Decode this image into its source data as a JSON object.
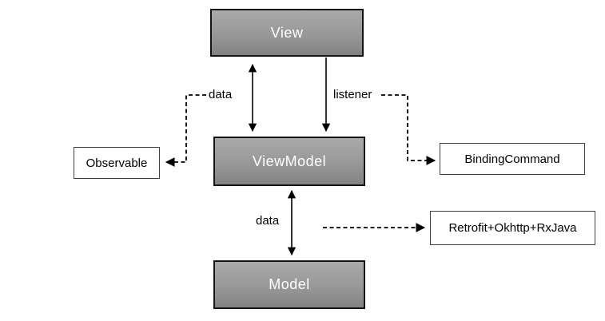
{
  "diagram": {
    "type": "architecture-diagram",
    "topic": "MVVM data binding flow",
    "nodes": {
      "view": {
        "label": "View",
        "style": "gray-gradient"
      },
      "viewmodel": {
        "label": "ViewModel",
        "style": "gray-gradient"
      },
      "model": {
        "label": "Model",
        "style": "gray-gradient"
      },
      "observable": {
        "label": "Observable",
        "style": "white-outline"
      },
      "binding_command": {
        "label": "BindingCommand",
        "style": "white-outline"
      },
      "retrofit": {
        "label": "Retrofit+Okhttp+RxJava",
        "style": "white-outline"
      }
    },
    "connector_labels": {
      "view_viewmodel_data": "data",
      "view_listener": "listener",
      "viewmodel_model_data": "data"
    },
    "connectors": [
      {
        "name": "view-viewmodel-bidirectional-arrow",
        "style": "solid",
        "ends": "both"
      },
      {
        "name": "view-to-viewmodel-listener-arrow",
        "style": "solid",
        "ends": "down"
      },
      {
        "name": "viewmodel-model-bidirectional-arrow",
        "style": "solid",
        "ends": "both"
      },
      {
        "name": "data-to-observable-dashed-arrow",
        "style": "dashed",
        "ends": "left"
      },
      {
        "name": "listener-to-bindingcommand-dashed-arrow",
        "style": "dashed",
        "ends": "right"
      },
      {
        "name": "viewmodel-to-retrofit-dashed-arrow",
        "style": "dashed",
        "ends": "right"
      }
    ],
    "colors": {
      "primary_node_fill_top": "#a9a9a9",
      "primary_node_fill_bottom": "#828282",
      "primary_node_border": "#141414",
      "primary_node_text": "#ffffff",
      "secondary_node_fill": "#ffffff",
      "secondary_node_border": "#404040",
      "secondary_node_text": "#000000",
      "connector": "#000000",
      "background": "#ffffff"
    }
  }
}
